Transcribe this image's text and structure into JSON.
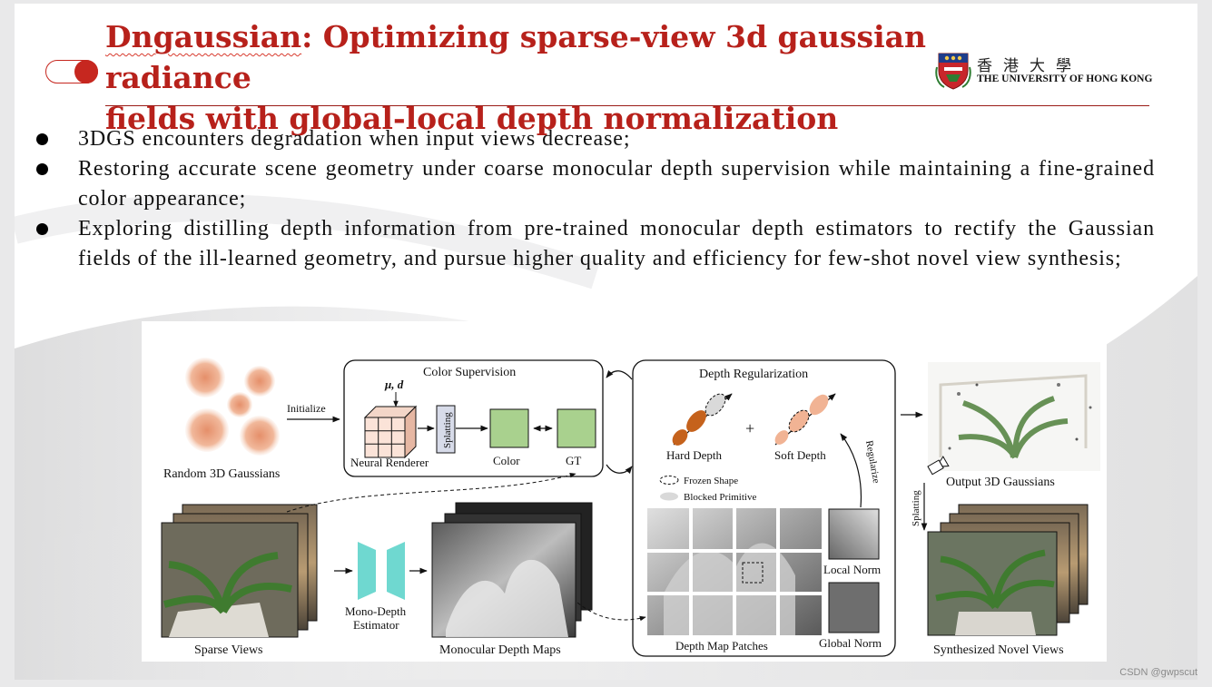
{
  "title": {
    "word1": "Dngaussian",
    "line1_rest": ": Optimizing sparse-view 3d gaussian radiance",
    "line2": "fields with global-local depth normalization"
  },
  "logo": {
    "cn": "香港大學",
    "en": "THE UNIVERSITY OF HONG KONG",
    "icon": "university-crest-icon"
  },
  "bullets": [
    "3DGS encounters degradation when input views decrease;",
    "Restoring accurate scene geometry under coarse monocular depth supervision while maintaining a fine-grained color appearance;",
    "Exploring distilling depth information from pre-trained monocular depth estimators to rectify the Gaussian fields of the ill-learned geometry, and pursue higher quality and efficiency for few-shot novel view synthesis;"
  ],
  "figure": {
    "random_gaussians": "Random 3D Gaussians",
    "initialize": "Initialize",
    "color_supervision": "Color Supervision",
    "mu_d": "μ, d",
    "splatting": "Splatting",
    "neural_renderer": "Neural Renderer",
    "color": "Color",
    "gt": "GT",
    "depth_regularization": "Depth Regularization",
    "hard_depth": "Hard Depth",
    "plus": "+",
    "soft_depth": "Soft Depth",
    "regularize": "Regularize",
    "frozen_shape": "Frozen Shape",
    "blocked_primitive": "Blocked Primitive",
    "local_norm": "Local Norm",
    "global_norm": "Global Norm",
    "depth_map_patches": "Depth Map Patches",
    "sparse_views": "Sparse Views",
    "mono_depth_l1": "Mono-Depth",
    "mono_depth_l2": "Estimator",
    "monocular_depth_maps": "Monocular Depth Maps",
    "output_gaussians": "Output 3D Gaussians",
    "splatting2": "Splatting",
    "synthesized_views": "Synthesized Novel Views"
  },
  "watermark": "CSDN @gwpscut",
  "colors": {
    "title": "#b7211b",
    "gaussian": "#eea889",
    "green": "#a9d18e",
    "estimator": "#6fd8d0",
    "hard_depth": "#c5621c",
    "soft_depth": "#f1b394"
  }
}
